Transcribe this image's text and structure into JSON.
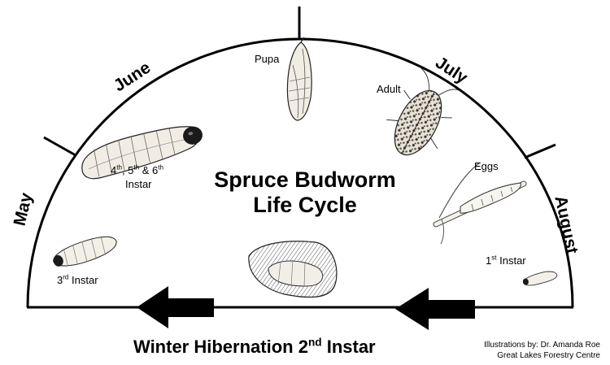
{
  "months": {
    "may": "May",
    "june": "June",
    "july": "July",
    "august": "August"
  },
  "title": {
    "line1": "Spruce Budworm",
    "line2": "Life Cycle"
  },
  "stages": {
    "pupa": "Pupa",
    "adult": "Adult",
    "eggs": "Eggs",
    "first_instar": {
      "num": "1",
      "sup": "st",
      "text": "Instar"
    },
    "third_instar": {
      "num": "3",
      "sup": "rd",
      "text": "Instar"
    },
    "late_instar": {
      "a": "4",
      "a_sup": "th",
      "b": ", 5",
      "b_sup": "th",
      "c": " & 6",
      "c_sup": "th",
      "line2": "Instar"
    }
  },
  "bottom_title": {
    "main": "Winter Hibernation 2",
    "sup": "nd",
    "tail": " Instar"
  },
  "credit": {
    "line1": "Illustrations by: Dr. Amanda Roe",
    "line2": "Great Lakes Forestry Centre"
  }
}
